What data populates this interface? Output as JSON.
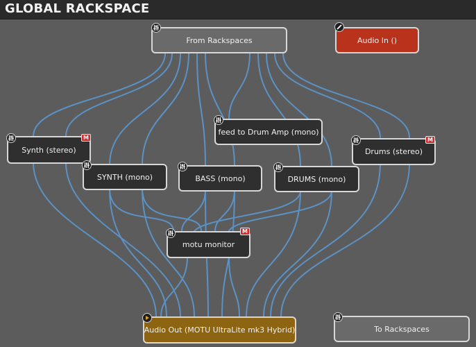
{
  "header": {
    "title": "GLOBAL RACKSPACE"
  },
  "nodes": {
    "from_rackspaces": {
      "label": "From Rackspaces"
    },
    "audio_in": {
      "label": "Audio In ()"
    },
    "feed_drum_amp": {
      "label": "feed to Drum Amp (mono)"
    },
    "synth_stereo": {
      "label": "Synth (stereo)",
      "badge": "M"
    },
    "synth_mono": {
      "label": "SYNTH (mono)"
    },
    "bass_mono": {
      "label": "BASS (mono)"
    },
    "drums_mono": {
      "label": "DRUMS (mono)"
    },
    "drums_stereo": {
      "label": "Drums (stereo)",
      "badge": "M"
    },
    "motu_monitor": {
      "label": "motu monitor",
      "badge": "M"
    },
    "audio_out": {
      "label": "Audio Out (MOTU UltraLite mk3 Hybrid)"
    },
    "to_rackspaces": {
      "label": "To Rackspaces"
    }
  },
  "colors": {
    "background": "#5c5c5c",
    "wire": "#5b92c6",
    "node_dark": "#2f2f2f",
    "node_gray": "#6a6a6a",
    "audio_in": "#b8321c",
    "audio_out": "#8d6412",
    "mute_badge": "#d12a2a"
  }
}
